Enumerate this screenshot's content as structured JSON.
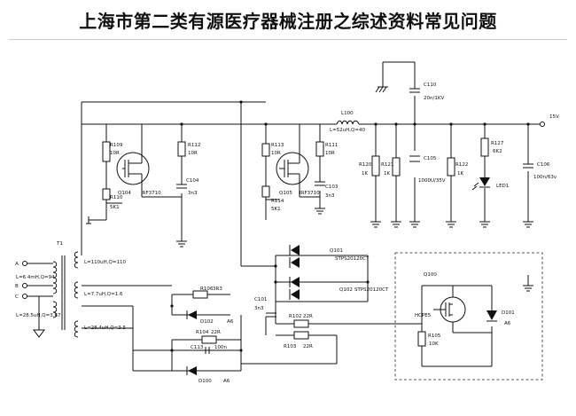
{
  "title": "上海市第二类有源医疗器械注册之综述资料常见问题",
  "schematic": {
    "labels": {
      "r109": "R109",
      "r109v": "10R",
      "r110": "R110",
      "r110v": "5K1",
      "q104": "Q104",
      "q104p": "IRF3710",
      "r112": "R112",
      "r112v": "10R",
      "c104": "C104",
      "c104v": "3n3",
      "r113": "R113",
      "r113v": "10R",
      "r114": "R114",
      "r114v": "5K1",
      "q105": "Q105",
      "q105p": "IRF3710",
      "r111": "R111",
      "r111v": "10R",
      "c103": "C103",
      "c103v": "3n3",
      "l100": "L100",
      "l100v": "L=52uH,Q=40",
      "c110": "C110",
      "c110v": "20n/1KV",
      "c105": "C105",
      "c105v": "1000U/35V",
      "r120": "R120",
      "r120v": "1K",
      "r121": "R121",
      "r121v": "1K",
      "r122": "R122",
      "r122v": "1K",
      "r127": "R127",
      "r127v": "6K2",
      "led1": "LED1",
      "c106": "C106",
      "c106v": "100n/63v",
      "v15": "15V",
      "t1": "T1",
      "pa": "A",
      "pb": "B",
      "pc": "C",
      "lab": "L=6.4mH,Q=94",
      "lbc": "L=28.5uH,Q=3.67",
      "l1": "L=110uH,Q=110",
      "l2": "L=7.7uH,Q=1.6",
      "l3": "L=28.4uH,Q=3.5",
      "q101": "Q101",
      "q101p": "STPS20120CT",
      "q102": "Q102",
      "q102p": "STPS20120CT",
      "c101": "C101",
      "c101v": "3n3",
      "r102": "R102",
      "r102v": "22R",
      "r103": "R103",
      "r103v": "22R",
      "r106": "R106",
      "r106v": "3R3",
      "d102": "D102",
      "d102v": "A6",
      "r104": "R104",
      "r104v": "22R",
      "c113": "C113",
      "c113v": "100n",
      "d100": "D100",
      "d100v": "A6",
      "q100": "Q100",
      "q100p": "HCPE5",
      "r105": "R105",
      "r105v": "10K",
      "d101": "D101",
      "d101v": "A6"
    }
  }
}
